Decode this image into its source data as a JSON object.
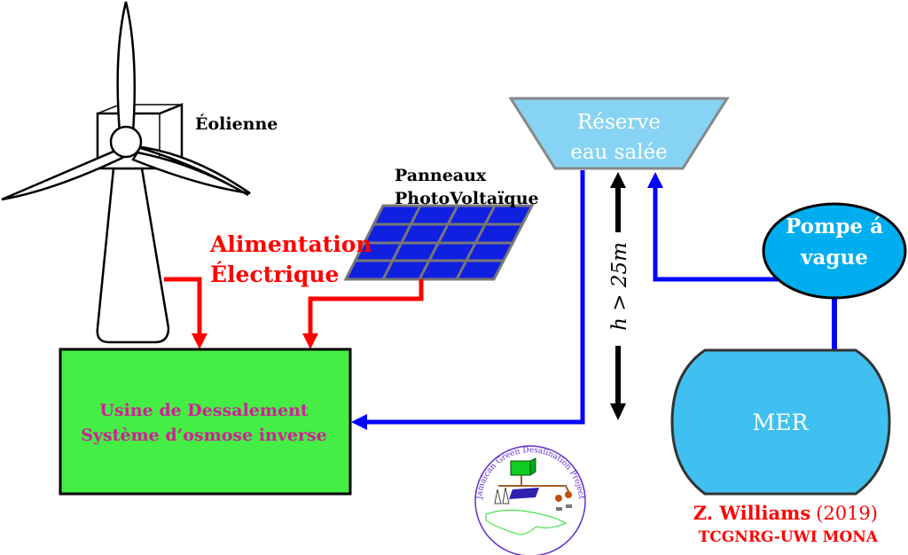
{
  "turbine": {
    "label": "Éolienne"
  },
  "solar": {
    "line1": "Panneaux",
    "line2": "PhotoVoltaïque"
  },
  "power": {
    "line1": "Alimentation",
    "line2": "Électrique"
  },
  "plant": {
    "line1": "Usine de Dessalement",
    "line2": "Système d’osmose inverse"
  },
  "reservoir": {
    "line1": "Réserve",
    "line2": "eau salée"
  },
  "height": {
    "label": "h > 25m"
  },
  "pump": {
    "line1": "Pompe á",
    "line2": "vague"
  },
  "sea": {
    "label": "MER"
  },
  "logo": {
    "text": "Jamaican Green Desalination Project"
  },
  "credit": {
    "author": "Z. Williams",
    "year": "(2019)",
    "org": "TCGNRG-UWI MONA"
  },
  "colors": {
    "power": "#ff0000",
    "water": "#0000ff",
    "plant": "#44ee44",
    "plant_text": "#d0209a",
    "reservoir": "#87d3f3",
    "pump": "#00aeef",
    "sea": "#40c0f0",
    "panel": "#1020e0"
  }
}
